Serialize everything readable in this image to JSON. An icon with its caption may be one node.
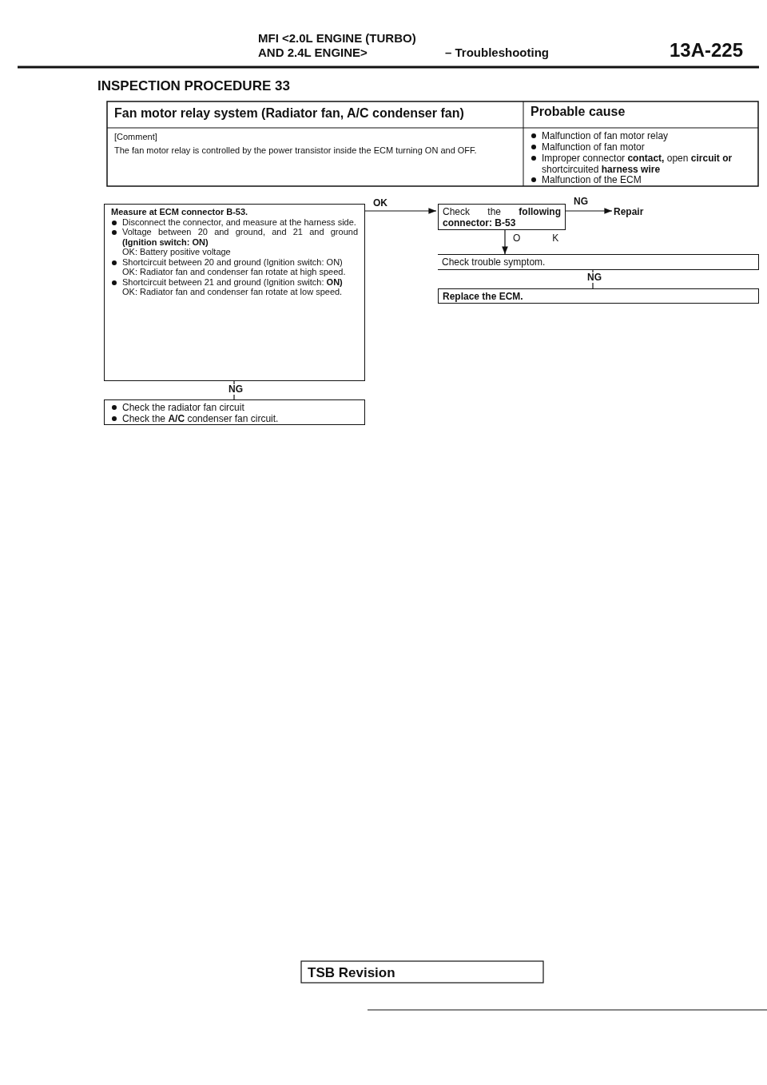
{
  "diagram": {
    "title": "INSPECTION PROCEDURE 33",
    "nodes": [
      {
        "text": [
          "Measure at ECM connector B-53.",
          "Disconnect the connector, and measure at the harness side.",
          "Voltage between 20 and ground, and 21 and ground **(Ignition switch: ON)**",
          "OK: Battery positive voltage",
          "Shortcircuit between 20 and ground (Ignition switch: ON)",
          "OK: Radiator fan and condenser fan rotate at high speed.",
          "Shortcircuit between 21 and ground (Ignition switch: **ON)**",
          "OK: Radiator fan and condenser fan rotate at low speed."
        ]
      },
      {
        "text": [
          "Check the radiator fan circuit",
          "Check the **A/C** condenser fan circuit."
        ]
      },
      {
        "text": [
          "Check the **following connector: B-53**"
        ]
      },
      {
        "text": [
          "Repair"
        ]
      },
      {
        "text": [
          "Check trouble symptom."
        ]
      },
      {
        "text": [
          "Replace the ECM."
        ]
      }
    ],
    "edges": [
      {
        "from": 0,
        "to": 2,
        "arrow": "to",
        "label": "OK"
      },
      {
        "from": 0,
        "to": 1,
        "arrow": "none",
        "label": "NG"
      },
      {
        "from": 2,
        "to": 3,
        "arrow": "to",
        "label": "NG"
      },
      {
        "from": 2,
        "to": 4,
        "arrow": "to",
        "label": "OK"
      },
      {
        "from": 4,
        "to": 5,
        "arrow": "none",
        "label": "NG"
      }
    ],
    "labels": [
      "MFI <2.0L ENGINE (TURBO)",
      "AND 2.4L ENGINE>",
      "– Troubleshooting",
      "13A-225",
      "Fan motor relay system (Radiator fan, A/C condenser fan)",
      "Probable cause",
      "[Comment]",
      "The fan motor relay is controlled by the power transistor inside the ECM turning ON and OFF.",
      "Malfunction of fan motor relay",
      "Malfunction of fan motor",
      "Improper connector **contact,** open **circuit or** shortcircuited **harness wire**",
      "Malfunction of the ECM",
      "TSB Revision"
    ]
  }
}
